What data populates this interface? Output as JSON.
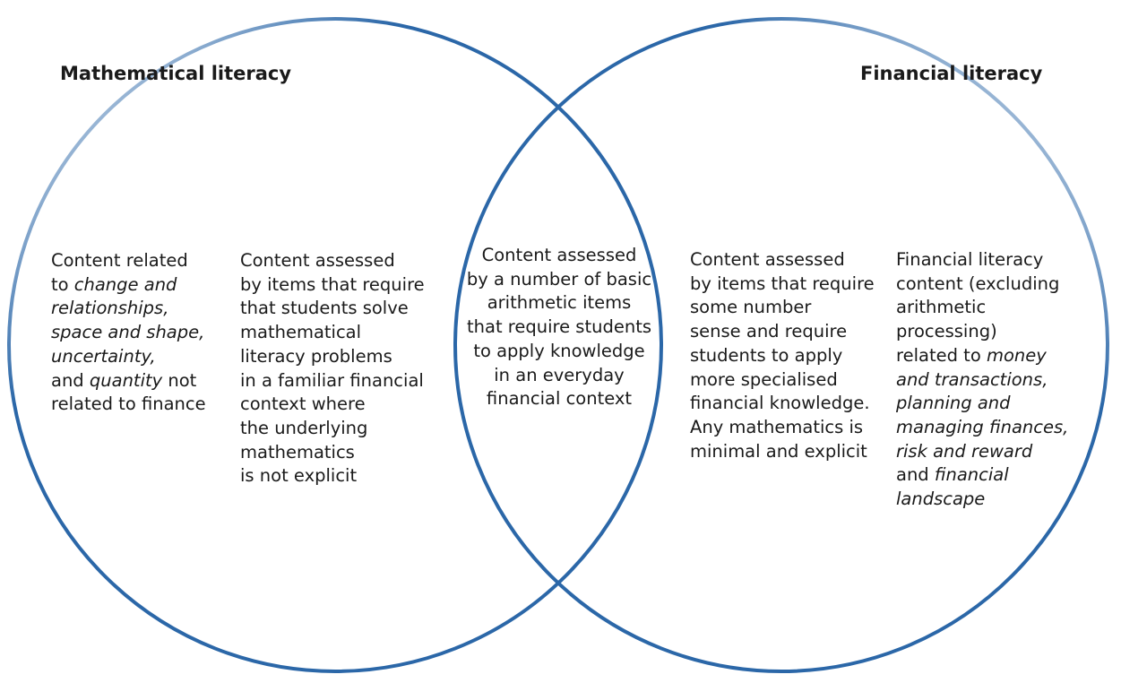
{
  "diagram": {
    "circles": [
      {
        "name": "mathematical-literacy",
        "color": "#2b67a8"
      },
      {
        "name": "financial-literacy",
        "color": "#2b67a8"
      }
    ],
    "titles": {
      "left": "Mathematical literacy",
      "right": "Financial literacy"
    },
    "blocks": {
      "math_only_outer": [
        [
          {
            "t": "Content related"
          }
        ],
        [
          {
            "t": "to "
          },
          {
            "t": "change and",
            "i": true
          }
        ],
        [
          {
            "t": "relationships,",
            "i": true
          }
        ],
        [
          {
            "t": "space and shape,",
            "i": true
          }
        ],
        [
          {
            "t": "uncertainty,",
            "i": true
          }
        ],
        [
          {
            "t": "and "
          },
          {
            "t": "quantity",
            "i": true
          },
          {
            "t": " not"
          }
        ],
        [
          {
            "t": "related to finance"
          }
        ]
      ],
      "math_only_inner": [
        [
          {
            "t": "Content assessed"
          }
        ],
        [
          {
            "t": "by items that require"
          }
        ],
        [
          {
            "t": "that students solve"
          }
        ],
        [
          {
            "t": "mathematical"
          }
        ],
        [
          {
            "t": "literacy problems"
          }
        ],
        [
          {
            "t": "in a familiar financial"
          }
        ],
        [
          {
            "t": "context where"
          }
        ],
        [
          {
            "t": "the underlying"
          }
        ],
        [
          {
            "t": "mathematics"
          }
        ],
        [
          {
            "t": "is not explicit"
          }
        ]
      ],
      "overlap": [
        [
          {
            "t": "Content assessed"
          }
        ],
        [
          {
            "t": "by a number of basic"
          }
        ],
        [
          {
            "t": "arithmetic items"
          }
        ],
        [
          {
            "t": "that require students"
          }
        ],
        [
          {
            "t": "to apply knowledge"
          }
        ],
        [
          {
            "t": "in an everyday"
          }
        ],
        [
          {
            "t": "financial context"
          }
        ]
      ],
      "finance_only_inner": [
        [
          {
            "t": "Content assessed"
          }
        ],
        [
          {
            "t": "by items that require"
          }
        ],
        [
          {
            "t": "some number"
          }
        ],
        [
          {
            "t": "sense and require"
          }
        ],
        [
          {
            "t": "students to apply"
          }
        ],
        [
          {
            "t": "more specialised"
          }
        ],
        [
          {
            "t": "financial knowledge."
          }
        ],
        [
          {
            "t": "Any mathematics is"
          }
        ],
        [
          {
            "t": "minimal and explicit"
          }
        ]
      ],
      "finance_only_outer": [
        [
          {
            "t": "Financial literacy"
          }
        ],
        [
          {
            "t": "content (excluding"
          }
        ],
        [
          {
            "t": "arithmetic"
          }
        ],
        [
          {
            "t": "processing)"
          }
        ],
        [
          {
            "t": "related to "
          },
          {
            "t": "money",
            "i": true
          }
        ],
        [
          {
            "t": "and transactions,",
            "i": true
          }
        ],
        [
          {
            "t": "planning and",
            "i": true
          }
        ],
        [
          {
            "t": "managing finances,",
            "i": true
          }
        ],
        [
          {
            "t": "risk and reward",
            "i": true
          }
        ],
        [
          {
            "t": "and "
          },
          {
            "t": "financial",
            "i": true
          }
        ],
        [
          {
            "t": "landscape",
            "i": true
          }
        ]
      ]
    }
  }
}
